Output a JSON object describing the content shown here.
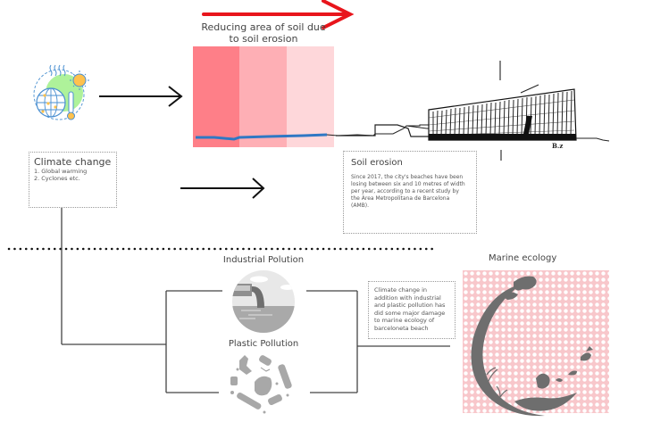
{
  "top_caption": {
    "line1": "Reducing area of soil due",
    "line2": "to soil erosion"
  },
  "colors": {
    "arrow_red": "#e8151c",
    "erosion_band_1": "#fe7f88",
    "erosion_band_2": "#feafb5",
    "erosion_band_3": "#fed7da",
    "shoreline_blue": "#2f78c4",
    "dot_pattern_bg": "#f8c7cb",
    "icon_gray": "#777777",
    "connector": "#333333"
  },
  "climate_box": {
    "title": "Climate change",
    "items": [
      "1. Global warming",
      "2. Cyclones etc."
    ]
  },
  "soil_box": {
    "title": "Soil erosion",
    "body": "Since 2017, the city's beaches have been losing between six and 10 metres of width per year, according to a recent study by the Área Metropolitana de Barcelona (AMB)."
  },
  "sketch": {
    "signature": "B.z"
  },
  "industrial": {
    "label": "Industrial Polution"
  },
  "plastic": {
    "label": "Plastic Pollution"
  },
  "impact_box": {
    "body": "Climate change in addition with industrial and plastic pollution has did some major damage to marine ecology of barceloneta beach"
  },
  "marine": {
    "label": "Marine ecology"
  },
  "icons": {
    "climate": "climate-change-globe-sun-thermometer-icon",
    "factory": "industrial-pipe-discharge-icon",
    "plastic": "plastic-waste-cluster-icon",
    "marine": "marine-life-circle-icon"
  }
}
